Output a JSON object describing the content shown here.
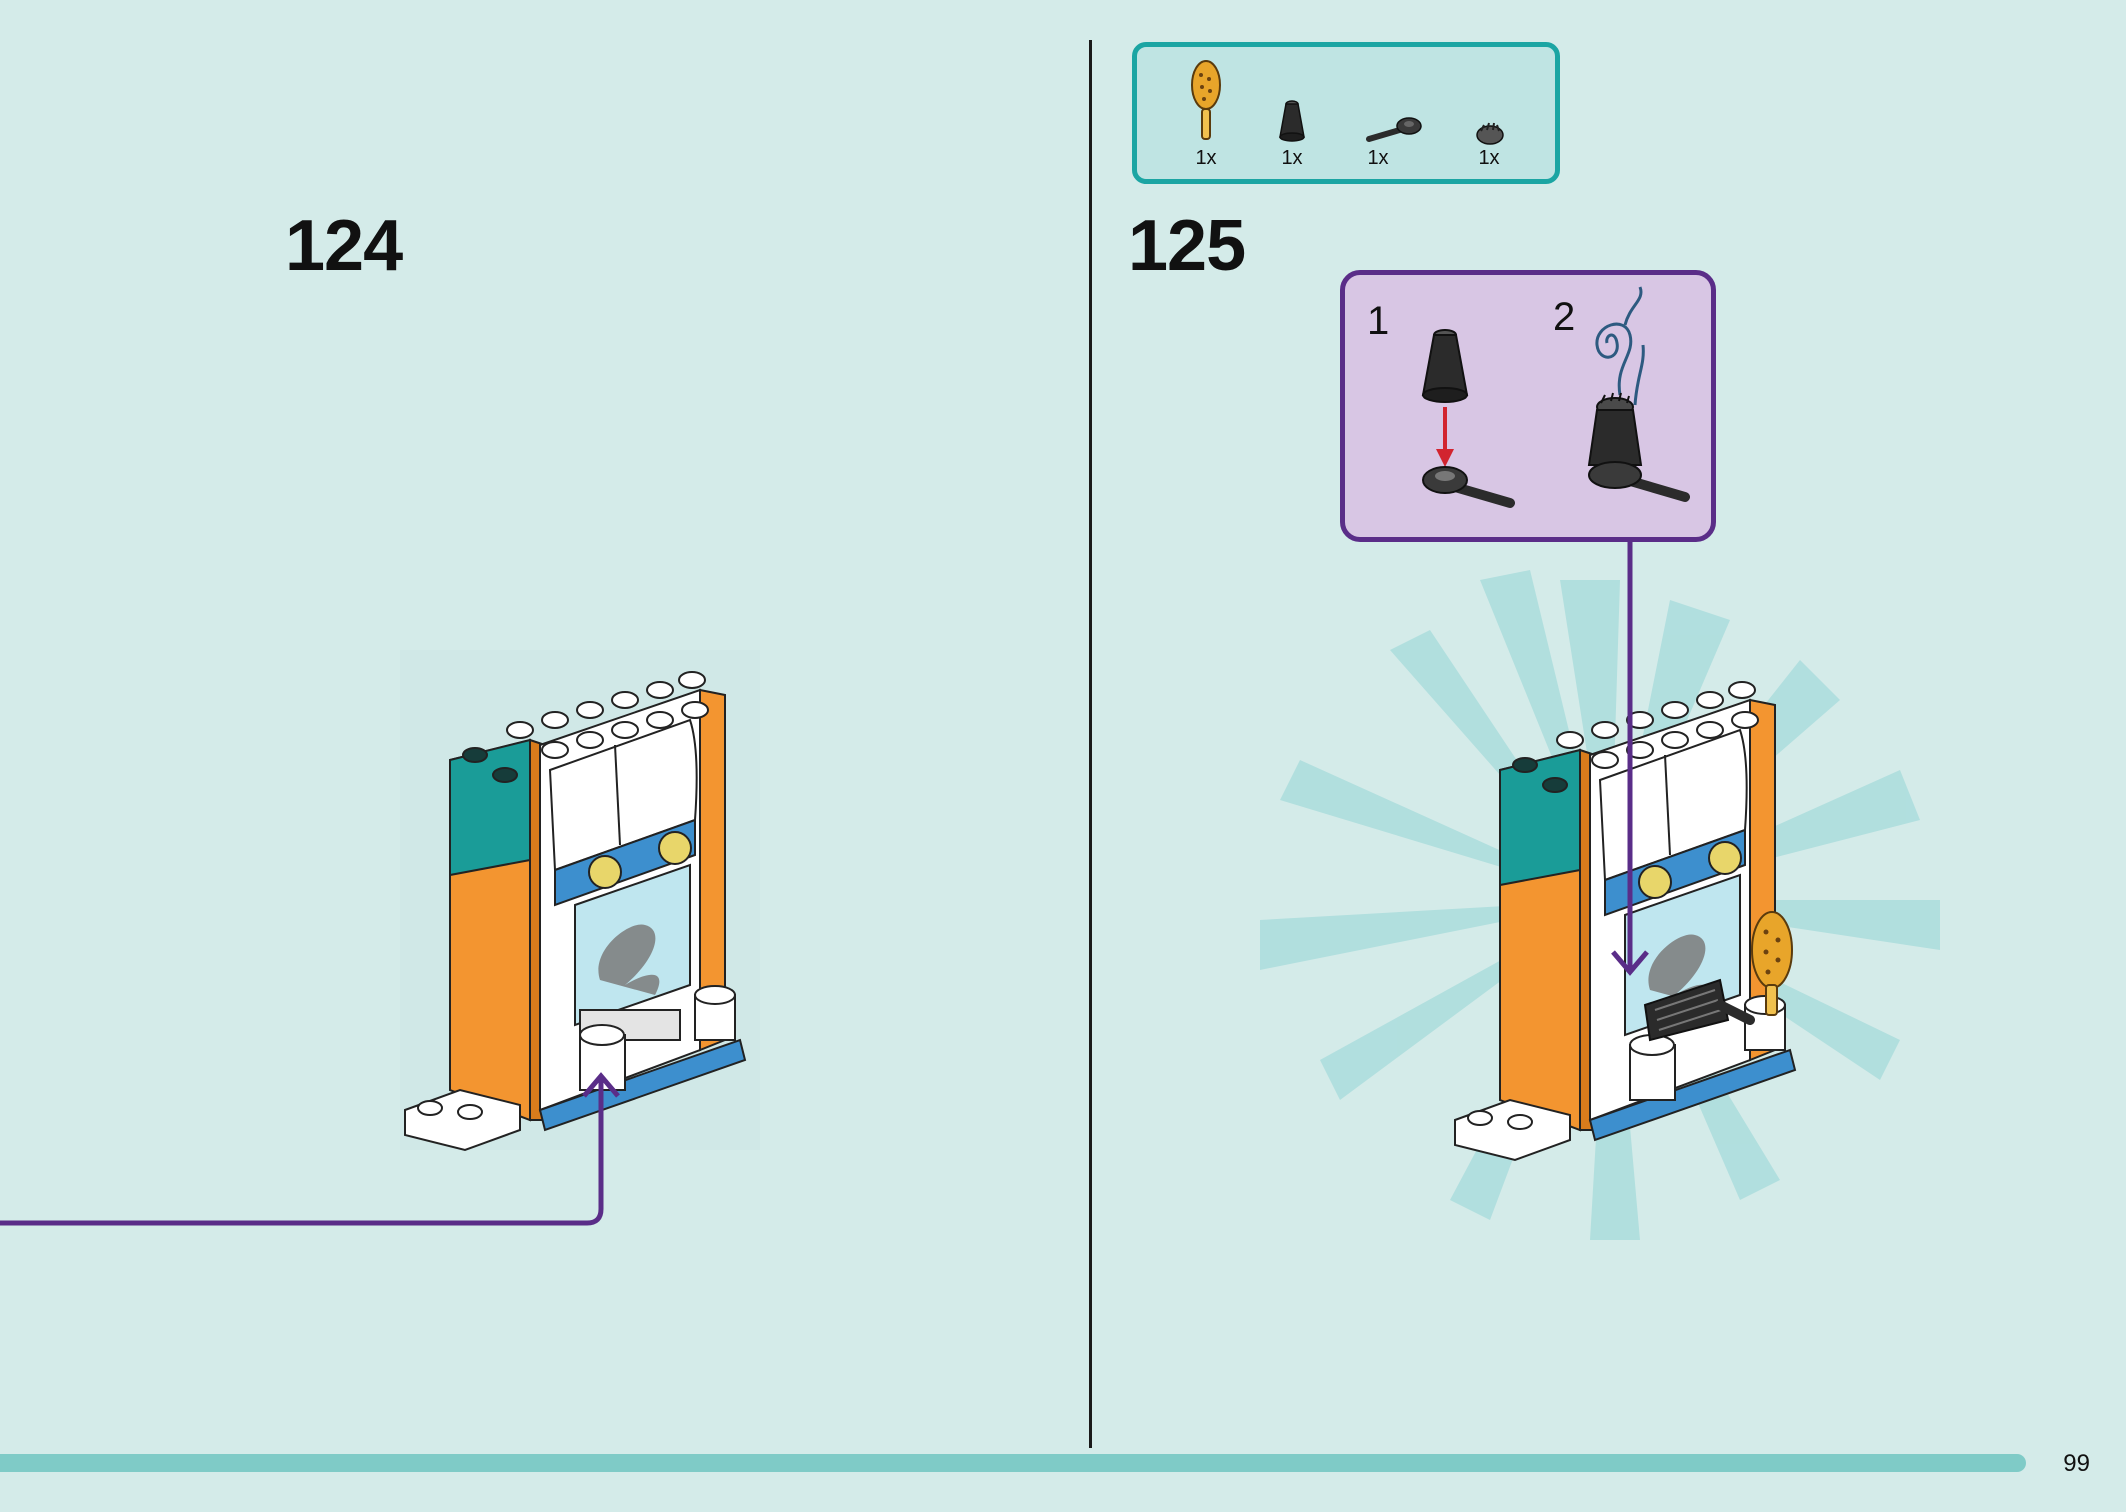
{
  "steps": [
    {
      "number": "124"
    },
    {
      "number": "125"
    }
  ],
  "parts_list": [
    {
      "icon": "hairbrush-part-icon",
      "qty": "1x",
      "color": "#e8a52a"
    },
    {
      "icon": "cone-part-icon",
      "qty": "1x",
      "color": "#2b2b2b"
    },
    {
      "icon": "bar-clip-part-icon",
      "qty": "1x",
      "color": "#2b2b2b"
    },
    {
      "icon": "round-plate-part-icon",
      "qty": "1x",
      "color": "#555555"
    }
  ],
  "sub_steps": [
    {
      "number": "1"
    },
    {
      "number": "2"
    }
  ],
  "page_number": "99",
  "colors": {
    "background": "#d4ebe9",
    "teal_accent": "#1ba5a3",
    "purple_accent": "#5a2d88",
    "brick_orange": "#f39530",
    "brick_teal": "#1a9c98",
    "brick_blue": "#3d8fce"
  }
}
